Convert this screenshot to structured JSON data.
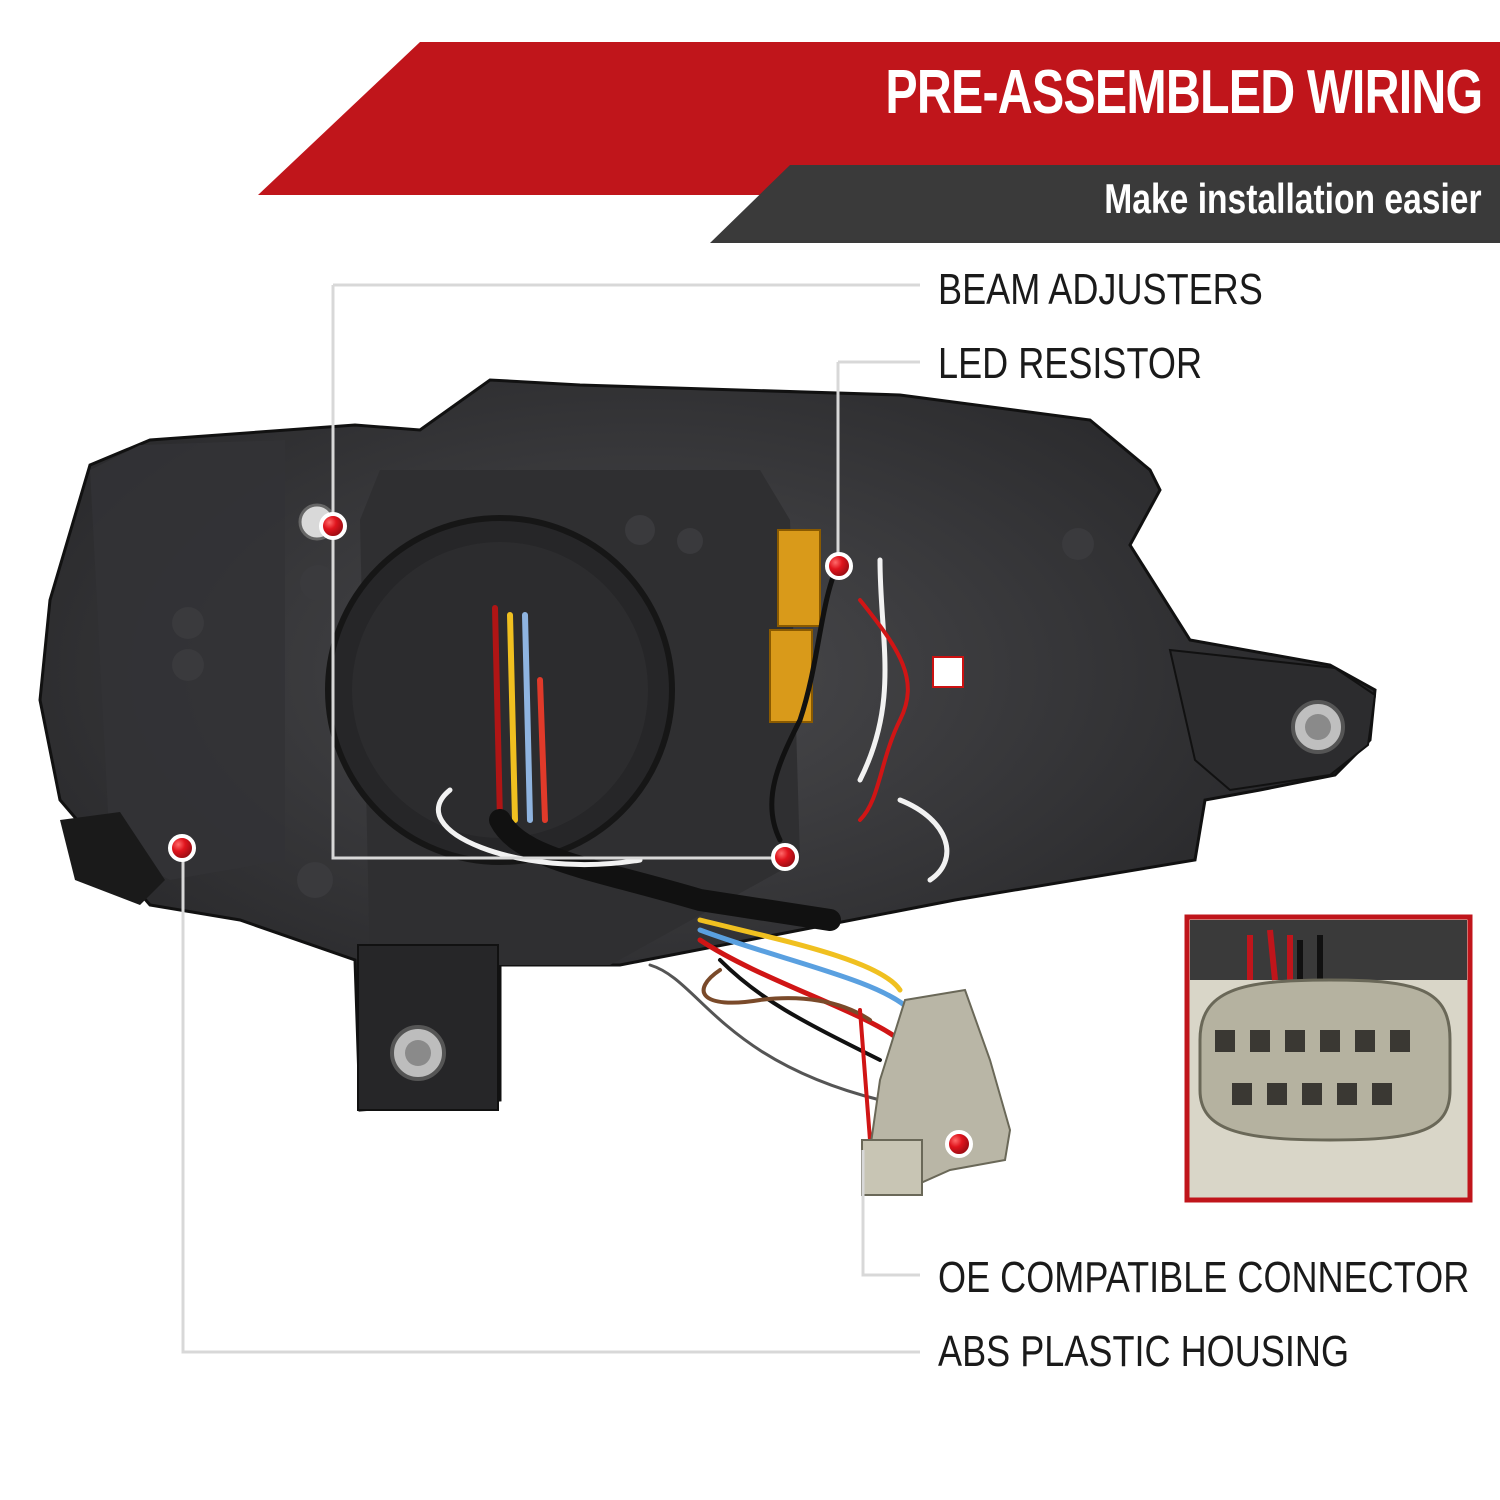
{
  "banner": {
    "title": "PRE-ASSEMBLED WIRING",
    "subtitle": "Make installation easier"
  },
  "callouts": [
    {
      "label": "BEAM ADJUSTERS"
    },
    {
      "label": "LED RESISTOR"
    },
    {
      "label": "OE COMPATIBLE CONNECTOR"
    },
    {
      "label": "ABS PLASTIC HOUSING"
    }
  ],
  "colors": {
    "banner_red": "#c0151b",
    "banner_dark": "#3a3a3a",
    "marker": "#e0141d",
    "leader_line": "#d8d8d8",
    "housing": "#2a2a2c"
  }
}
